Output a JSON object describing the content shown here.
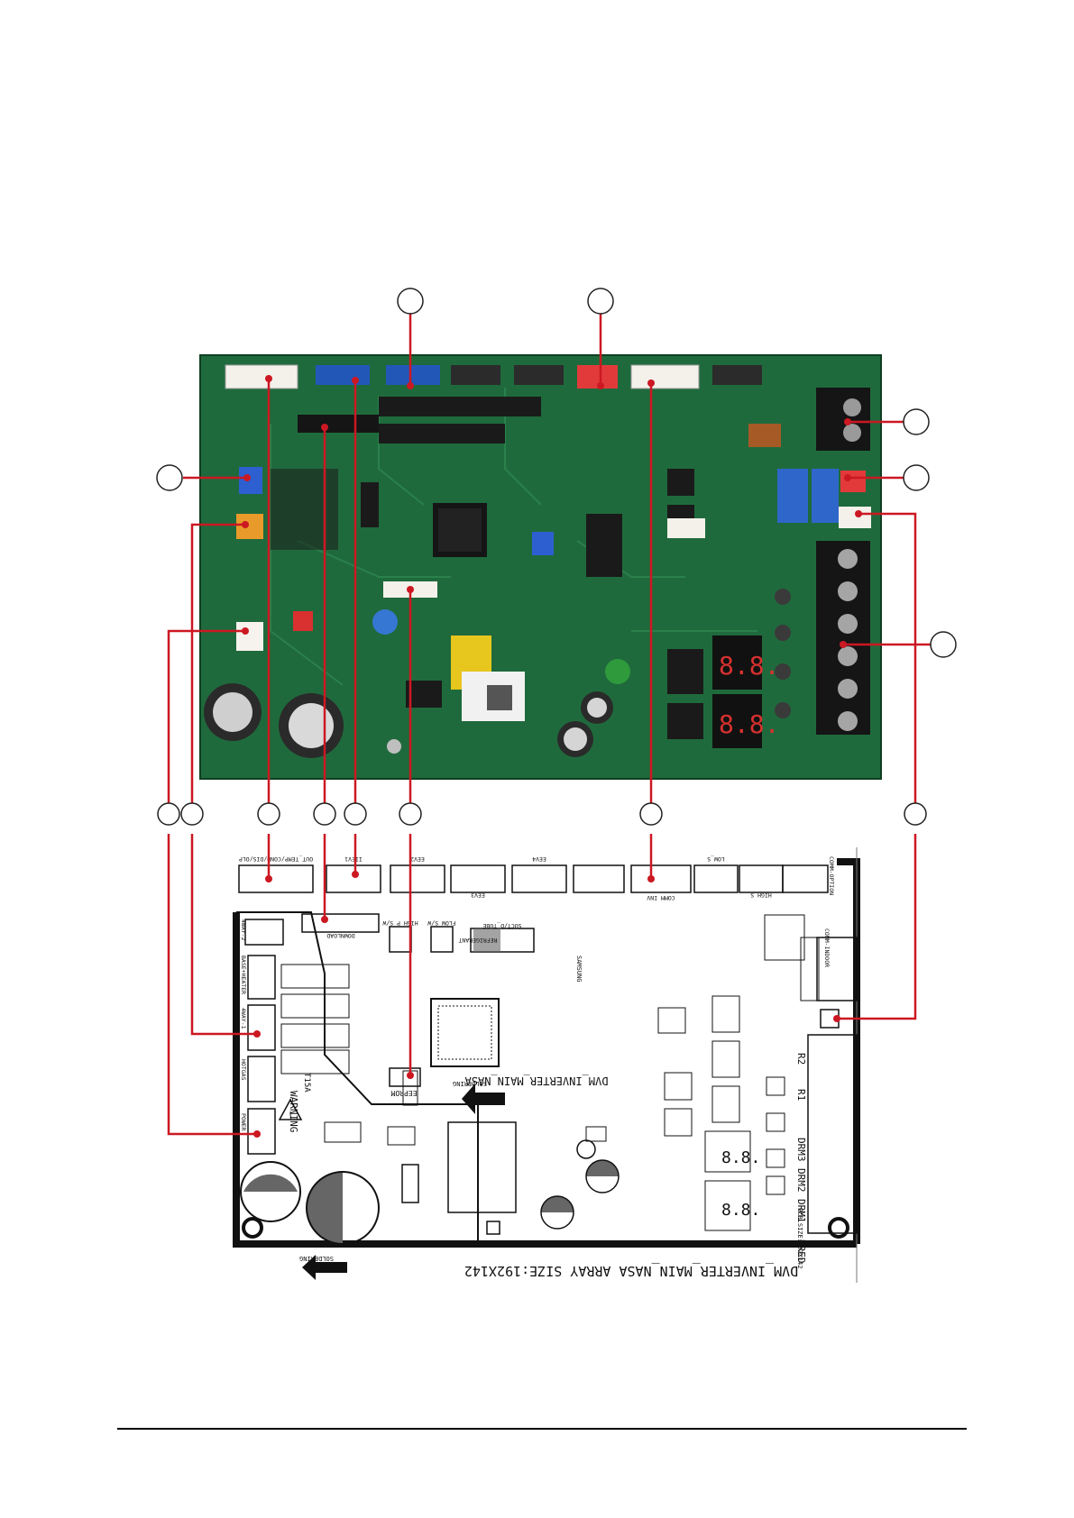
{
  "board": {
    "model_label": "DVM_INVERTER_MAIN_NASA",
    "array_label": "DVM_INVERTER_MAIN_NASA    ARRAY SIZE:192X142",
    "pcb_size_label": "PCB SIZE:192X142",
    "warning_label": "WARNING",
    "fuse_label": "T15A",
    "soldering_label": "SOLDERING",
    "eeprom_label": "EEPROM",
    "samsung_label": "SAMSUNG",
    "connectors": [
      "OUT_TEMP/COND/DIS/OLP",
      "IIEV1",
      "EEV2",
      "EEV3",
      "EEV4",
      "COMM INV",
      "LOW_S",
      "HIGH_S",
      "COMM-OPTION",
      "COMM-INDOOR",
      "POWER",
      "4WAY-2",
      "BASE+HEATER",
      "4WAY-1",
      "HOTGAS",
      "DOWNLOAD",
      "SUCT/D_TUBE",
      "FLOW S/W",
      "HIGH P S/W",
      "REFRIGERANT"
    ],
    "bottom_terminals": [
      "DRED",
      "DRM1",
      "DRM2",
      "DRM3",
      "R1",
      "R2"
    ]
  },
  "colors": {
    "leader": "#cc1822",
    "pcb_green": "#1f6a3c",
    "outline": "#111111"
  }
}
